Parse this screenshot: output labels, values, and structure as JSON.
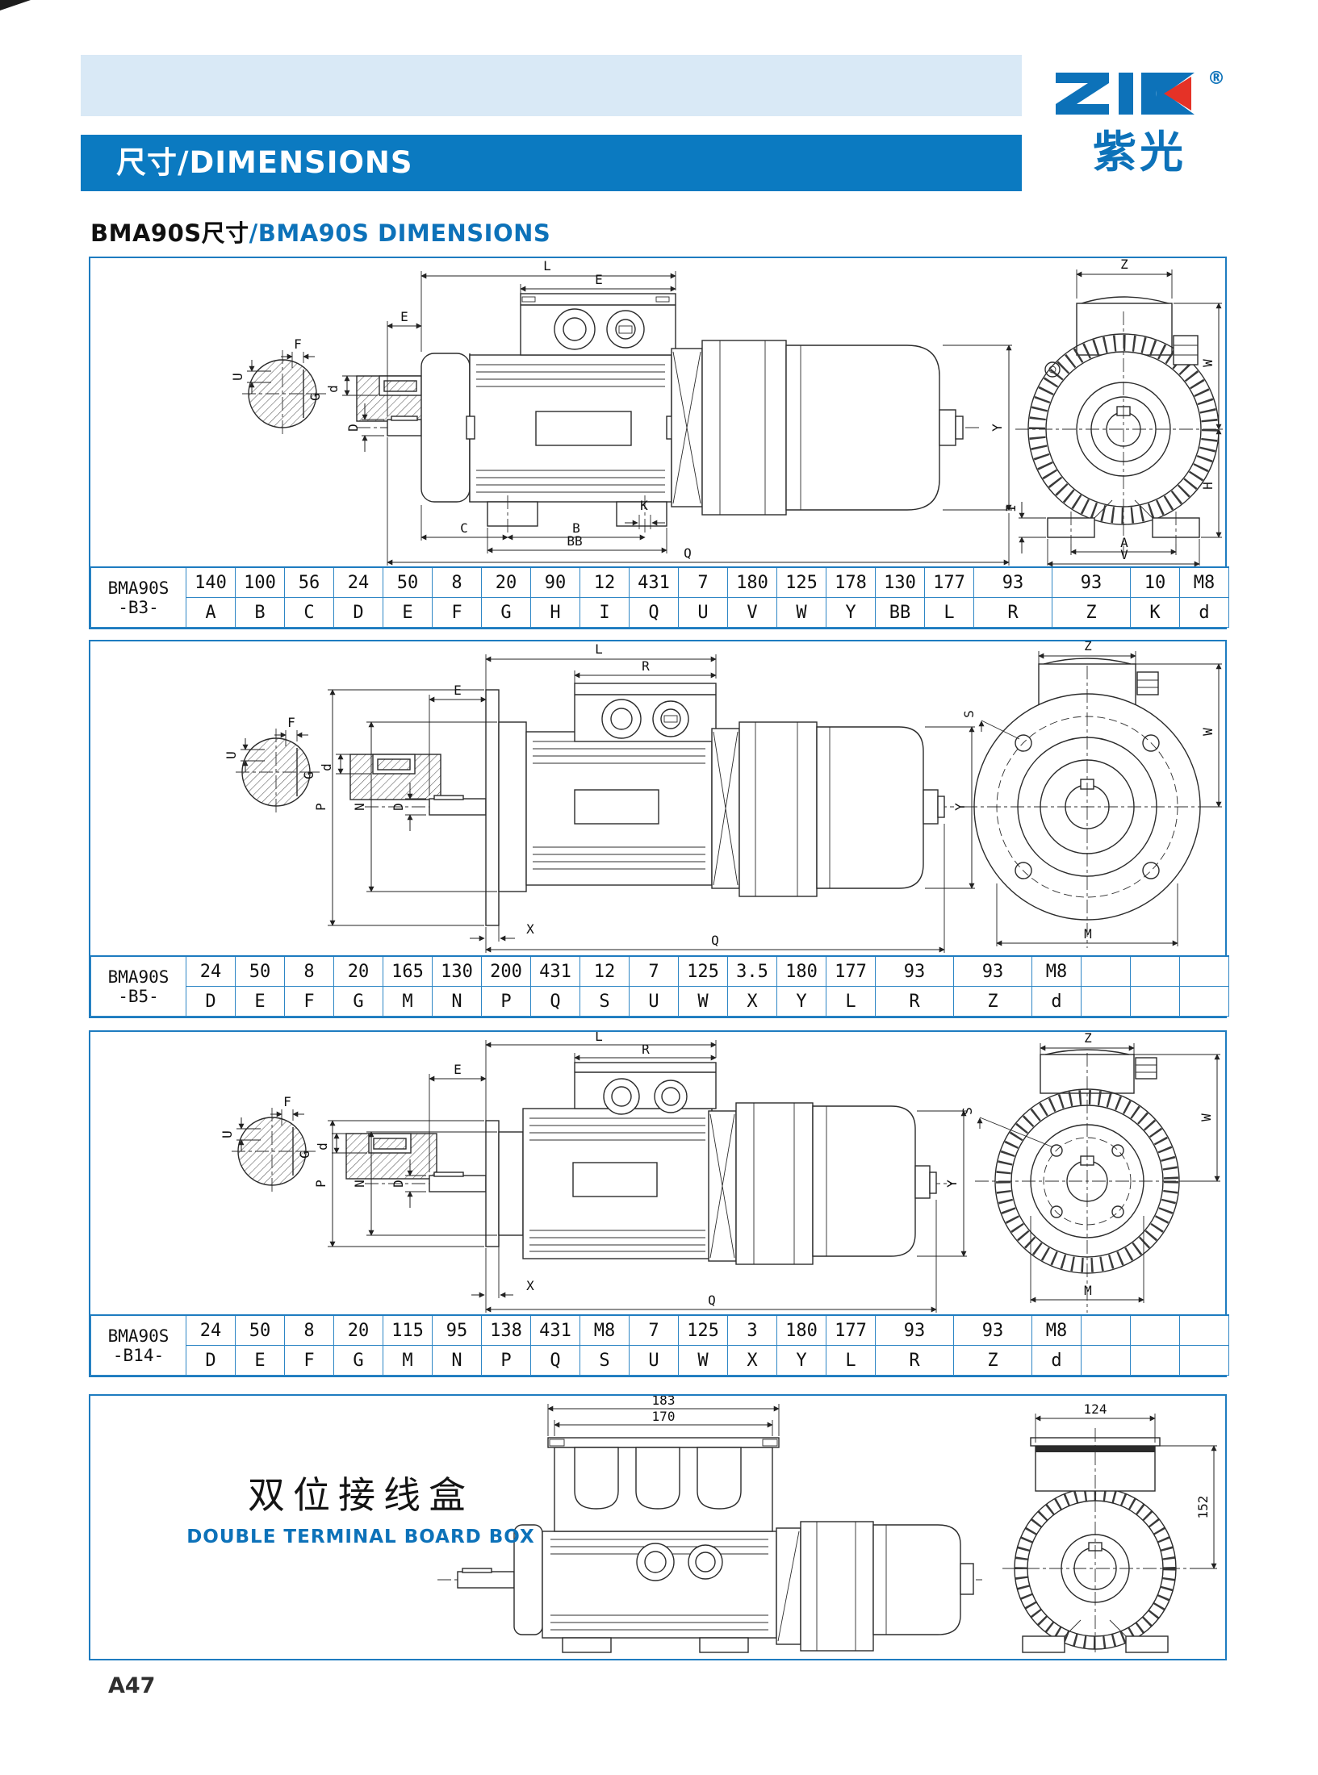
{
  "header": {
    "banner_title": "尺寸/DIMENSIONS",
    "logo": {
      "text": "ZIK",
      "reg": "®",
      "cn": "紫光"
    },
    "section_title_black": "BMA90S尺寸",
    "section_title_blue": "/BMA90S DIMENSIONS"
  },
  "colors": {
    "accent_blue": "#0b7ac1",
    "light_blue": "#d9e9f6",
    "logo_blue": "#0d72b9",
    "logo_red": "#e53227",
    "table_grid": "#2e86c5"
  },
  "tables": [
    {
      "model": "BMA90S",
      "mount": "-B3-",
      "cols": [
        {
          "v": "140",
          "k": "A"
        },
        {
          "v": "100",
          "k": "B"
        },
        {
          "v": "56",
          "k": "C"
        },
        {
          "v": "24",
          "k": "D"
        },
        {
          "v": "50",
          "k": "E"
        },
        {
          "v": "8",
          "k": "F"
        },
        {
          "v": "20",
          "k": "G"
        },
        {
          "v": "90",
          "k": "H"
        },
        {
          "v": "12",
          "k": "I"
        },
        {
          "v": "431",
          "k": "Q"
        },
        {
          "v": "7",
          "k": "U"
        },
        {
          "v": "180",
          "k": "V"
        },
        {
          "v": "125",
          "k": "W"
        },
        {
          "v": "178",
          "k": "Y"
        },
        {
          "v": "130",
          "k": "BB"
        },
        {
          "v": "177",
          "k": "L"
        },
        {
          "v": "93",
          "k": "R"
        },
        {
          "v": "93",
          "k": "Z"
        },
        {
          "v": "10",
          "k": "K"
        },
        {
          "v": "M8",
          "k": "d"
        }
      ]
    },
    {
      "model": "BMA90S",
      "mount": "-B5-",
      "cols": [
        {
          "v": "24",
          "k": "D"
        },
        {
          "v": "50",
          "k": "E"
        },
        {
          "v": "8",
          "k": "F"
        },
        {
          "v": "20",
          "k": "G"
        },
        {
          "v": "165",
          "k": "M"
        },
        {
          "v": "130",
          "k": "N"
        },
        {
          "v": "200",
          "k": "P"
        },
        {
          "v": "431",
          "k": "Q"
        },
        {
          "v": "12",
          "k": "S"
        },
        {
          "v": "7",
          "k": "U"
        },
        {
          "v": "125",
          "k": "W"
        },
        {
          "v": "3.5",
          "k": "X"
        },
        {
          "v": "180",
          "k": "Y"
        },
        {
          "v": "177",
          "k": "L"
        },
        {
          "v": "93",
          "k": "R"
        },
        {
          "v": "93",
          "k": "Z"
        },
        {
          "v": "M8",
          "k": "d"
        },
        {
          "v": "",
          "k": ""
        },
        {
          "v": "",
          "k": ""
        },
        {
          "v": "",
          "k": ""
        }
      ]
    },
    {
      "model": "BMA90S",
      "mount": "-B14-",
      "cols": [
        {
          "v": "24",
          "k": "D"
        },
        {
          "v": "50",
          "k": "E"
        },
        {
          "v": "8",
          "k": "F"
        },
        {
          "v": "20",
          "k": "G"
        },
        {
          "v": "115",
          "k": "M"
        },
        {
          "v": "95",
          "k": "N"
        },
        {
          "v": "138",
          "k": "P"
        },
        {
          "v": "431",
          "k": "Q"
        },
        {
          "v": "M8",
          "k": "S"
        },
        {
          "v": "7",
          "k": "U"
        },
        {
          "v": "125",
          "k": "W"
        },
        {
          "v": "3",
          "k": "X"
        },
        {
          "v": "180",
          "k": "Y"
        },
        {
          "v": "177",
          "k": "L"
        },
        {
          "v": "93",
          "k": "R"
        },
        {
          "v": "93",
          "k": "Z"
        },
        {
          "v": "M8",
          "k": "d"
        },
        {
          "v": "",
          "k": ""
        },
        {
          "v": "",
          "k": ""
        },
        {
          "v": "",
          "k": ""
        }
      ]
    }
  ],
  "terminal_box": {
    "title_cn": "双位接线盒",
    "title_en": "DOUBLE TERMINAL BOARD BOX"
  },
  "drawings": {
    "shaft_section": {
      "U": "U",
      "F": "F",
      "G": "G",
      "d": "d"
    },
    "b3_side": {
      "L": "L",
      "E_top": "E",
      "E_left": "E",
      "D": "D",
      "Y": "Y",
      "C": "C",
      "B": "B",
      "BB": "BB",
      "Q": "Q",
      "K": "K"
    },
    "b3_end": {
      "Z": "Z",
      "W": "W",
      "H": "H",
      "I": "I",
      "A": "A",
      "V": "V"
    },
    "b5_side": {
      "L": "L",
      "R": "R",
      "E": "E",
      "P": "P",
      "N": "N",
      "D": "D",
      "X": "X",
      "Q": "Q",
      "Y": "Y"
    },
    "b5_end": {
      "Z": "Z",
      "W": "W",
      "S": "S",
      "M": "M"
    },
    "b14_side": {
      "L": "L",
      "R": "R",
      "E": "E",
      "P": "P",
      "N": "N",
      "D": "D",
      "X": "X",
      "Q": "Q",
      "Y": "Y"
    },
    "b14_end": {
      "Z": "Z",
      "W": "W",
      "S": "S",
      "M": "M"
    },
    "terminal_side": {
      "outer": "183",
      "inner": "170"
    },
    "terminal_end": {
      "width": "124",
      "height": "152"
    }
  },
  "footer": {
    "page_number": "A47"
  }
}
